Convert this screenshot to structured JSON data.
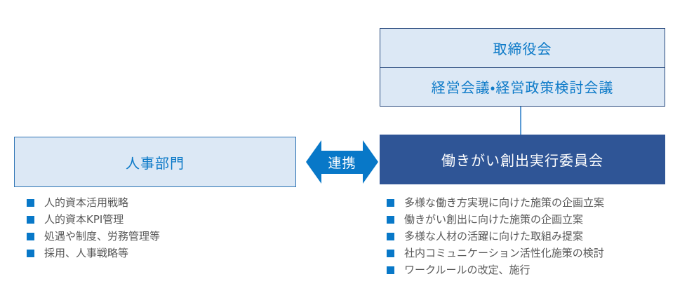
{
  "colors": {
    "accent_blue": "#0878c8",
    "heading_blue": "#0d7ac8",
    "light_box_fill": "#dce8f5",
    "dark_box_fill": "#2f5596",
    "governance_border": "#25477b",
    "hr_border": "#2e74b5",
    "connector": "#5b9bd5",
    "list_text": "#595959"
  },
  "governance_box": {
    "board": "取締役会",
    "management": "経営会議・経営政策検討会議"
  },
  "hr_box": {
    "label": "人事部門"
  },
  "committee_box": {
    "label": "働きがい創出実行委員会"
  },
  "link_arrow": {
    "label": "連携"
  },
  "hr_responsibilities": {
    "items": [
      "人的資本活用戦略",
      "人的資本KPI管理",
      "処遇や制度、労務管理等",
      "採用、人事戦略等"
    ]
  },
  "committee_responsibilities": {
    "items": [
      "多様な働き方実現に向けた施策の企画立案",
      "働きがい創出に向けた施策の企画立案",
      "多様な人材の活躍に向けた取組み提案",
      "社内コミュニケーション活性化施策の検討",
      "ワークルールの改定、施行"
    ]
  }
}
